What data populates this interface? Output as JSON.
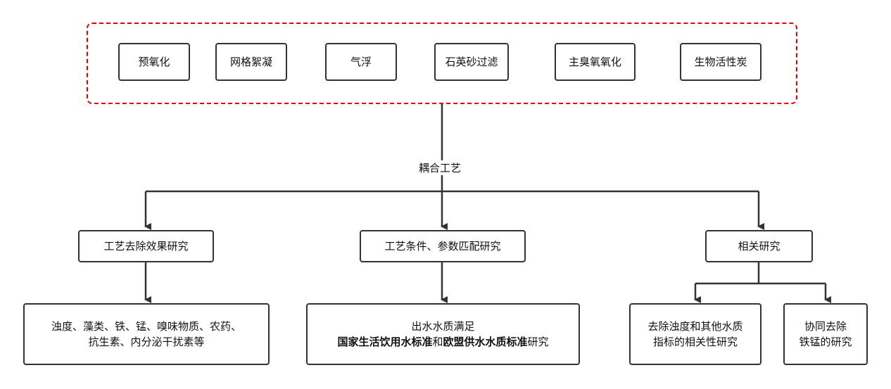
{
  "processes": [
    {
      "label": "预氧化"
    },
    {
      "label": "网格絮凝"
    },
    {
      "label": "气浮"
    },
    {
      "label": "石英砂过滤"
    },
    {
      "label": "主臭氧氧化"
    },
    {
      "label": "生物活性炭"
    }
  ],
  "coupling_label": "耦合工艺",
  "studies": [
    {
      "label": "工艺去除效果研究"
    },
    {
      "label": "工艺条件、参数匹配研究"
    },
    {
      "label": "相关研究"
    }
  ],
  "results": {
    "removal": {
      "line1": "浊度、藻类、铁、锰、嗅味物质、农药、",
      "line2": "抗生素、内分泌干扰素等"
    },
    "standards": {
      "line1": "出水水质满足",
      "bold1": "国家生活饮用水标准",
      "plain1": "和",
      "bold2": "欧盟供水水质标准",
      "plain2": "研究"
    },
    "turbidity": {
      "line1": "去除浊度和其他水质",
      "line2": "指标的相关性研究"
    },
    "iron_manganese": {
      "line1": "协同去除",
      "line2": "铁锰的研究"
    }
  },
  "colors": {
    "frame": "#e60000",
    "line": "#333333"
  }
}
